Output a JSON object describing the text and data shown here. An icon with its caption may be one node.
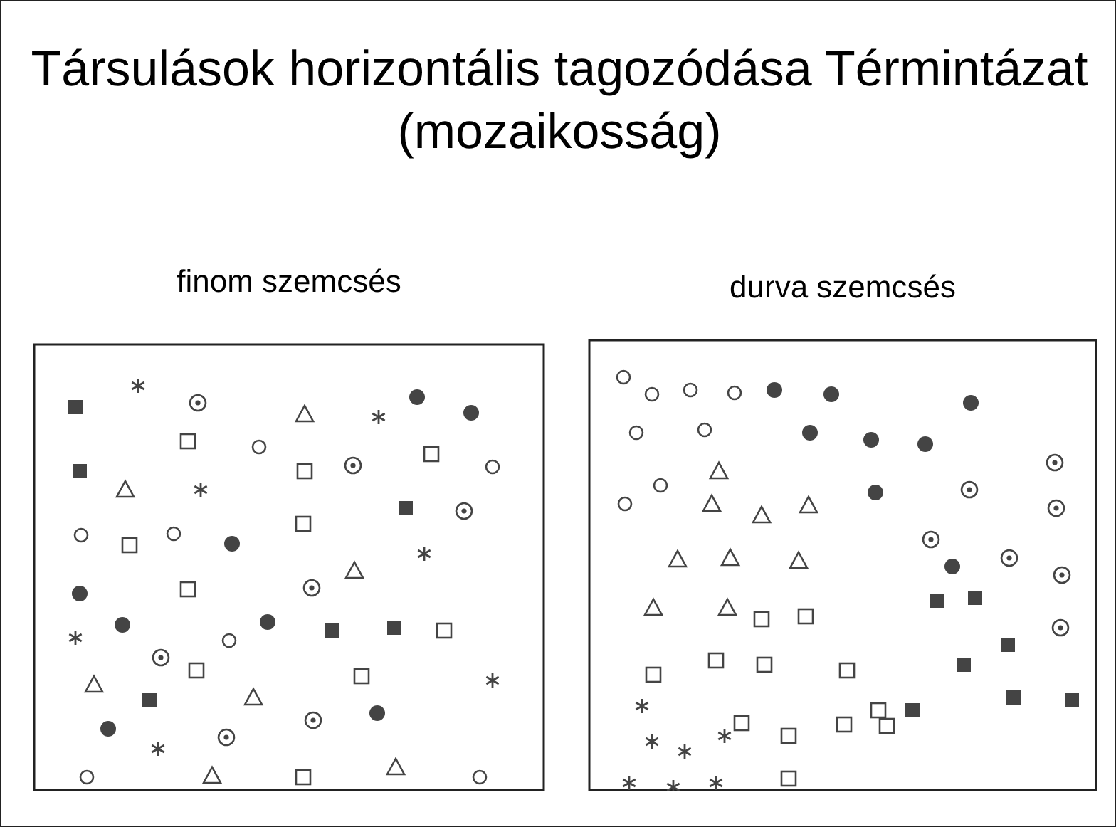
{
  "diagram": {
    "title": "Társulások horizontális tagozódása Términtázat (mozaikosság)",
    "nodes": [
      {
        "text": [
          "finom szemcsés"
        ]
      },
      {
        "text": [
          "durva szemcsés"
        ]
      }
    ]
  }
}
